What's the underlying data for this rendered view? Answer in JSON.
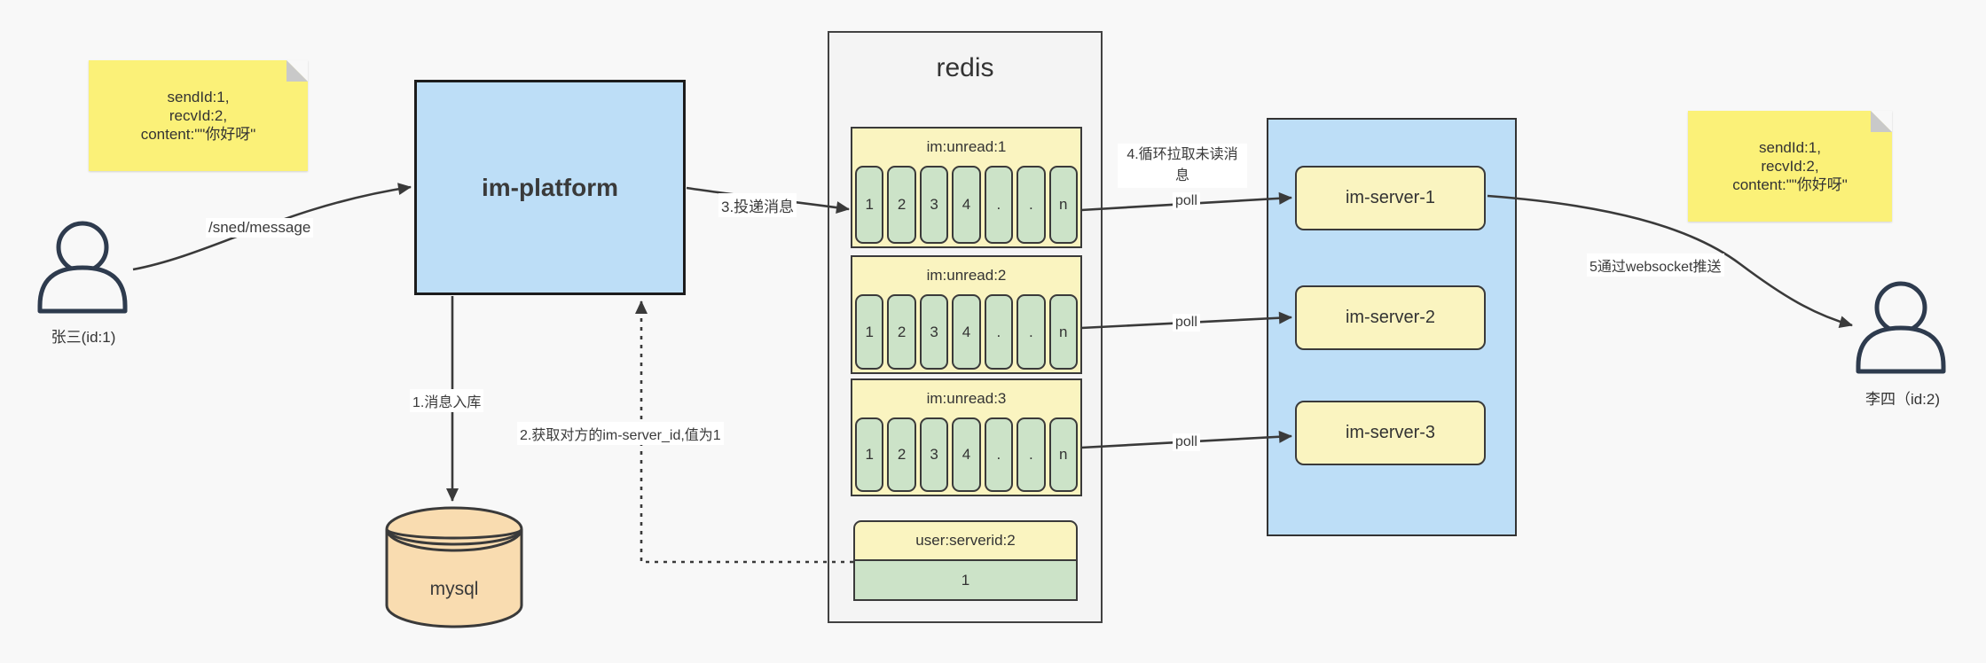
{
  "colors": {
    "canvas-bg": "#f8f8f8",
    "ink": "#3a3a3a",
    "node-blue": "#bddef7",
    "node-yellow": "#faf4c0",
    "cell-green": "#cce3c8",
    "db-orange": "#f9dcb0",
    "note-yellow": "#fbf178",
    "redis-fill": "#f4f4f4"
  },
  "actors": {
    "sender": {
      "label": "张三(id:1)"
    },
    "receiver": {
      "label": "李四（id:2)"
    }
  },
  "notes": {
    "left": {
      "line1": "sendId:1,",
      "line2": "recvId:2,",
      "line3": "content:\"\"你好呀\""
    },
    "right": {
      "line1": "sendId:1,",
      "line2": "recvId:2,",
      "line3": "content:\"\"你好呀\""
    }
  },
  "platform": {
    "label": "im-platform"
  },
  "database": {
    "label": "mysql"
  },
  "redis": {
    "title": "redis",
    "queues": [
      {
        "header": "im:unread:1",
        "cells": [
          "1",
          "2",
          "3",
          "4",
          ".",
          ".",
          "n"
        ]
      },
      {
        "header": "im:unread:2",
        "cells": [
          "1",
          "2",
          "3",
          "4",
          ".",
          ".",
          "n"
        ]
      },
      {
        "header": "im:unread:3",
        "cells": [
          "1",
          "2",
          "3",
          "4",
          ".",
          ".",
          "n"
        ]
      }
    ],
    "mapping": {
      "header": "user:serverid:2",
      "value": "1"
    }
  },
  "servers": {
    "server1": {
      "label": "im-server-1"
    },
    "server2": {
      "label": "im-server-2"
    },
    "server3": {
      "label": "im-server-3"
    }
  },
  "edges": {
    "send": {
      "label": "/sned/message"
    },
    "store": {
      "label": "1.消息入库"
    },
    "lookup": {
      "label": "2.获取对方的im-server_id,值为1"
    },
    "deliver": {
      "label": "3.投递消息"
    },
    "pull": {
      "label": "4.循环拉取未读消息"
    },
    "poll_1": {
      "label": "poll"
    },
    "poll_2": {
      "label": "poll"
    },
    "poll_3": {
      "label": "poll"
    },
    "push": {
      "label": "5通过websocket推送"
    }
  }
}
